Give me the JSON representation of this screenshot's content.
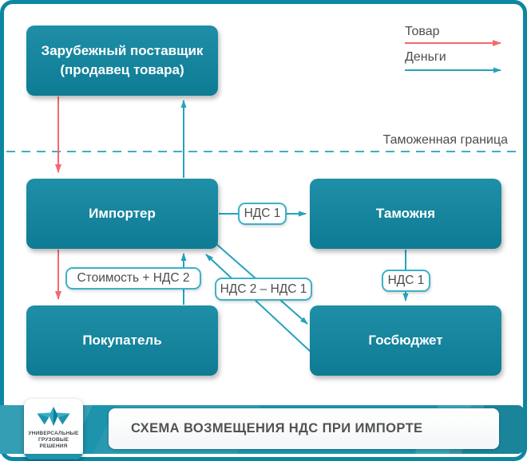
{
  "colors": {
    "box_teal": "#0e86a0",
    "arrow_teal": "#25a2bd",
    "arrow_red": "#f4686e",
    "pill_border": "#3cb1c8",
    "text_gray": "#4d4d4d",
    "bar_teal": "#1d93ac",
    "frame_border": "#0d87a1"
  },
  "legend": {
    "goods_label": "Товар",
    "money_label": "Деньги"
  },
  "border_label": "Таможенная граница",
  "nodes": {
    "supplier": {
      "label_line1": "Зарубежный поставщик",
      "label_line2": "(продавец товара)"
    },
    "importer": {
      "label": "Импортер"
    },
    "customs": {
      "label": "Таможня"
    },
    "buyer": {
      "label": "Покупатель"
    },
    "budget": {
      "label": "Госбюджет"
    }
  },
  "flow_labels": {
    "nds1_to_customs": "НДС 1",
    "cost_plus_nds2": "Стоимость + НДС 2",
    "nds2_minus_nds1": "НДС 2 – НДС 1",
    "nds1_to_budget": "НДС 1"
  },
  "footer": {
    "logo_line1": "УНИВЕРСАЛЬНЫЕ",
    "logo_line2": "ГРУЗОВЫЕ РЕШЕНИЯ",
    "title": "СХЕМА ВОЗМЕЩЕНИЯ НДС ПРИ ИМПОРТЕ"
  }
}
